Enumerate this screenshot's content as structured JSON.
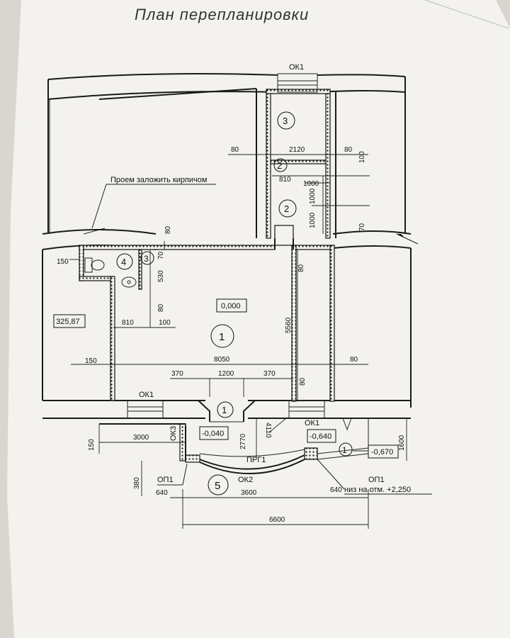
{
  "title": "План перепланировки",
  "note": "Проем заложить кирпичом",
  "openings": {
    "ok1_top": "ОК1",
    "ok1_bottom": "ОК1",
    "ok3": "ОК3",
    "ok2": "ОК2",
    "ok1_right": "ОК1",
    "op1_left": "ОП1",
    "op1_right": "ОП1",
    "prg1": "ПРГ1"
  },
  "rooms": [
    "1",
    "1",
    "1",
    "2",
    "2",
    "3",
    "3",
    "4",
    "5"
  ],
  "levels": {
    "main": "0,000",
    "left": "325,87",
    "porch": "-0,040",
    "right": "-0,640",
    "outer": "-0,670"
  },
  "op1_note": "низ на отм. +2,250",
  "dims": {
    "d80a": "80",
    "d2120": "2120",
    "d80b": "80",
    "d100a": "100",
    "d810a": "810",
    "d1000a": "1000",
    "d1000b": "1000",
    "d1000c": "1000",
    "d70a": "70",
    "d80c": "80",
    "d150a": "150",
    "d70b": "70",
    "d530": "530",
    "d80d": "80",
    "d810b": "810",
    "d100b": "100",
    "d80e": "80",
    "d5560": "5560",
    "d150b": "150",
    "d8050": "8050",
    "d80f": "80",
    "d370a": "370",
    "d1200": "1200",
    "d370b": "370",
    "d80g": "80",
    "d2770": "2770",
    "d4110": "4110",
    "d3000": "3000",
    "d150c": "150",
    "d1600": "1600",
    "d380": "380",
    "d640a": "640",
    "d3600": "3600",
    "d640b": "640",
    "d6600": "6600"
  }
}
